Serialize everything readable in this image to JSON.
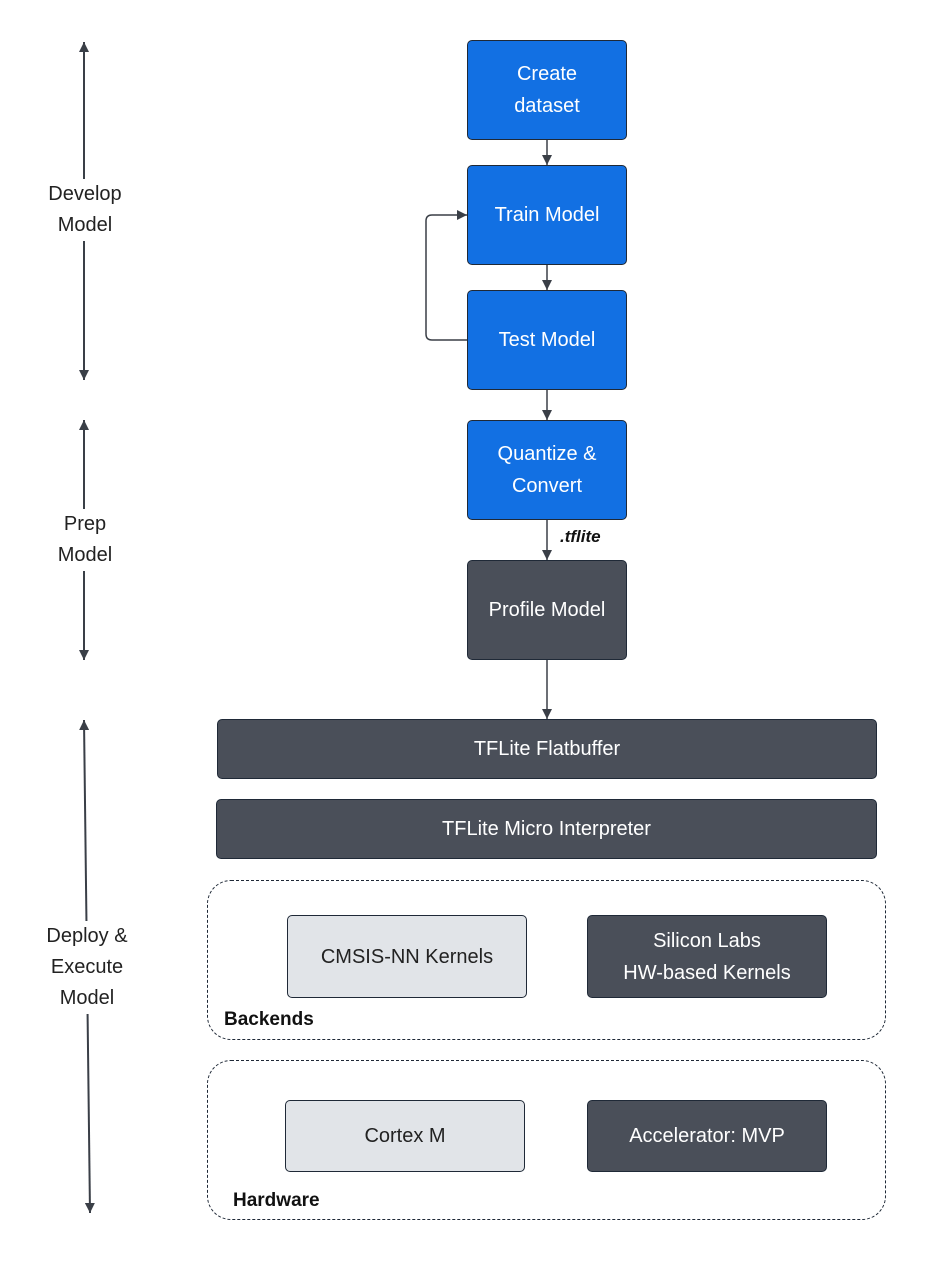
{
  "phases": {
    "develop": "Develop\nModel",
    "prep": "Prep\nModel",
    "deploy": "Deploy &\nExecute\nModel"
  },
  "nodes": {
    "create_dataset": "Create\ndataset",
    "train_model": "Train Model",
    "test_model": "Test Model",
    "quantize_convert": "Quantize &\nConvert",
    "profile_model": "Profile Model",
    "tflite_flatbuffer": "TFLite Flatbuffer",
    "tflite_micro_interpreter": "TFLite Micro Interpreter",
    "cmsis_nn_kernels": "CMSIS-NN Kernels",
    "silicon_labs_kernels": "Silicon Labs\nHW-based Kernels",
    "cortex_m": "Cortex M",
    "accelerator_mvp": "Accelerator: MVP"
  },
  "groups": {
    "backends": "Backends",
    "hardware": "Hardware"
  },
  "edge_labels": {
    "tflite": ".tflite"
  },
  "colors": {
    "blue": "#1270e3",
    "dark": "#4a4f59",
    "light": "#e1e4e8",
    "stroke": "#1f2937"
  }
}
